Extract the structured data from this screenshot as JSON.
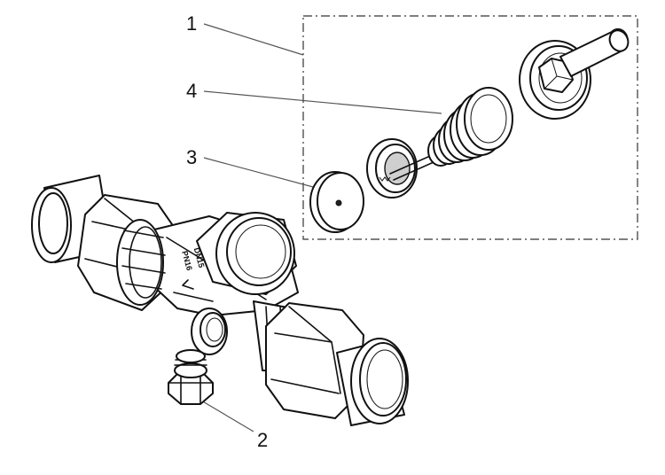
{
  "callouts": [
    {
      "id": "1",
      "label": "1"
    },
    {
      "id": "2",
      "label": "2"
    },
    {
      "id": "3",
      "label": "3"
    },
    {
      "id": "4",
      "label": "4"
    }
  ],
  "body_marking": [
    "DN15",
    "PN16"
  ]
}
